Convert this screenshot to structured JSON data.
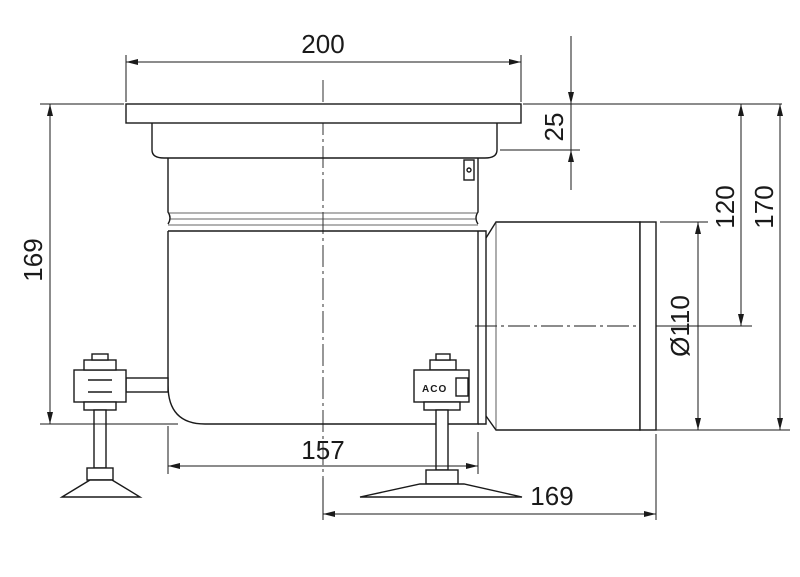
{
  "dimensions": {
    "top_width": "200",
    "flange_height": "25",
    "height_120": "120",
    "height_170": "170",
    "left_height": "169",
    "outlet_diameter": "Ø110",
    "body_width": "157",
    "outlet_length": "169"
  },
  "brand_label": "ACO"
}
